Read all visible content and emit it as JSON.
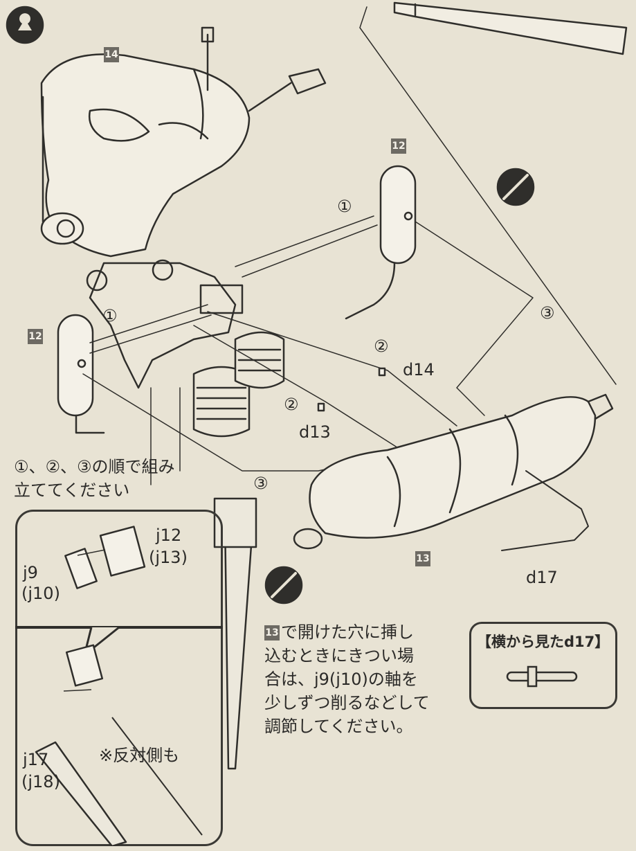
{
  "step_numbers": {
    "parts_14": "14",
    "parts_12": "12",
    "parts_13": "13"
  },
  "order_marks": {
    "one": "①",
    "two": "②",
    "three": "③"
  },
  "part_labels": {
    "d14": "d14",
    "d13": "d13",
    "d17": "d17",
    "j12": "j12",
    "j13": "(j13)",
    "j9": "j9",
    "j10": "(j10)",
    "j17": "j17",
    "j18": "(j18)"
  },
  "instruction_order": {
    "line1": "①、②、③の順で組み",
    "line2": "立ててください"
  },
  "tip_note": {
    "badge": "13",
    "line1": "で開けた穴に挿し",
    "line2": "込むときにきつい場",
    "line3": "合は、j9(j10)の軸を",
    "line4": "少しずつ削るなどして",
    "line5": "調節してください。"
  },
  "side_view": {
    "title": "【横から見たd17】"
  },
  "opposite_side_note": "※反対側も",
  "icons": [
    "glue-prohibited-icon",
    "step-marker-icon"
  ],
  "colors": {
    "paper": "#e8e3d4",
    "ink": "#2b2a28",
    "badge": "#6d6a63"
  }
}
